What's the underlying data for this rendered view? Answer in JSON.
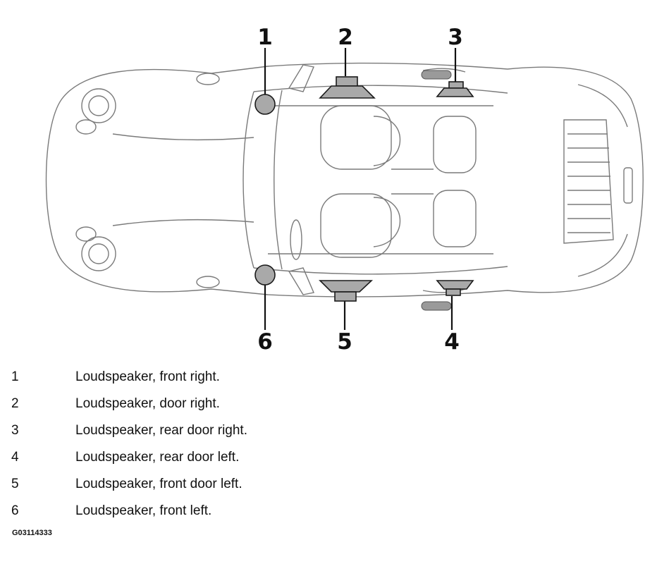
{
  "diagram": {
    "callouts": [
      "1",
      "2",
      "3",
      "4",
      "5",
      "6"
    ]
  },
  "legend": [
    {
      "number": "1",
      "text": "Loudspeaker, front right."
    },
    {
      "number": "2",
      "text": "Loudspeaker, door right."
    },
    {
      "number": "3",
      "text": "Loudspeaker, rear door right."
    },
    {
      "number": "4",
      "text": "Loudspeaker, rear door left."
    },
    {
      "number": "5",
      "text": "Loudspeaker, front door left."
    },
    {
      "number": "6",
      "text": "Loudspeaker, front left."
    }
  ],
  "figure_id": "G03114333",
  "colors": {
    "speaker_fill": "#a9a9a9",
    "outline": "#1a1a1a",
    "car_line": "#666666"
  }
}
